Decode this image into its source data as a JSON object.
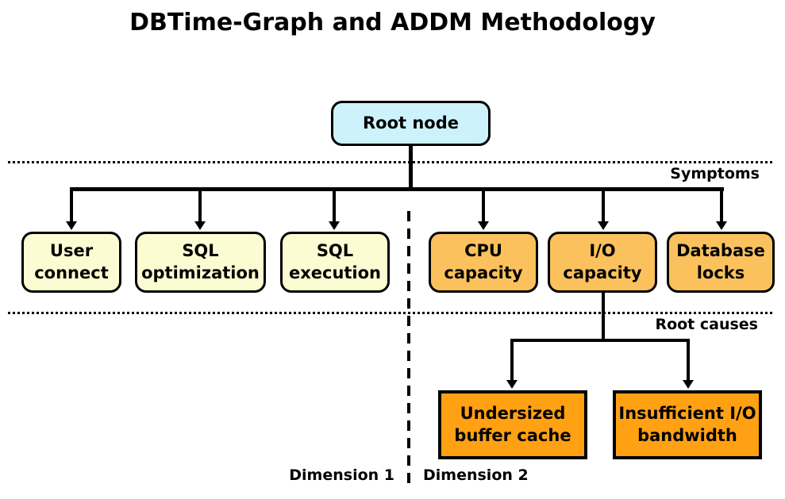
{
  "title": "DBTime-Graph and ADDM Methodology",
  "root_node": {
    "label": "Root node"
  },
  "bands": {
    "symptoms_label": "Symptoms",
    "root_causes_label": "Root causes"
  },
  "dimensions": {
    "dimension1_label": "Dimension 1",
    "dimension2_label": "Dimension 2"
  },
  "symptom_nodes": [
    {
      "id": "user-connect",
      "label": "User\nconnect",
      "dimension": 1
    },
    {
      "id": "sql-optimization",
      "label": "SQL\noptimization",
      "dimension": 1
    },
    {
      "id": "sql-execution",
      "label": "SQL\nexecution",
      "dimension": 1
    },
    {
      "id": "cpu-capacity",
      "label": "CPU\ncapacity",
      "dimension": 2
    },
    {
      "id": "io-capacity",
      "label": "I/O\ncapacity",
      "dimension": 2
    },
    {
      "id": "database-locks",
      "label": "Database\nlocks",
      "dimension": 2
    }
  ],
  "root_cause_nodes": [
    {
      "id": "undersized-buffer-cache",
      "label": "Undersized\nbuffer cache",
      "parent": "io-capacity"
    },
    {
      "id": "insufficient-io-bandwidth",
      "label": "Insufficient I/O\nbandwidth",
      "parent": "io-capacity"
    }
  ],
  "colors": {
    "root_node_fill": "#CCF3FB",
    "dimension1_fill": "#FCFCD2",
    "dimension2_fill": "#FBC15D",
    "root_cause_fill": "#FFA113",
    "line": "#000000"
  }
}
